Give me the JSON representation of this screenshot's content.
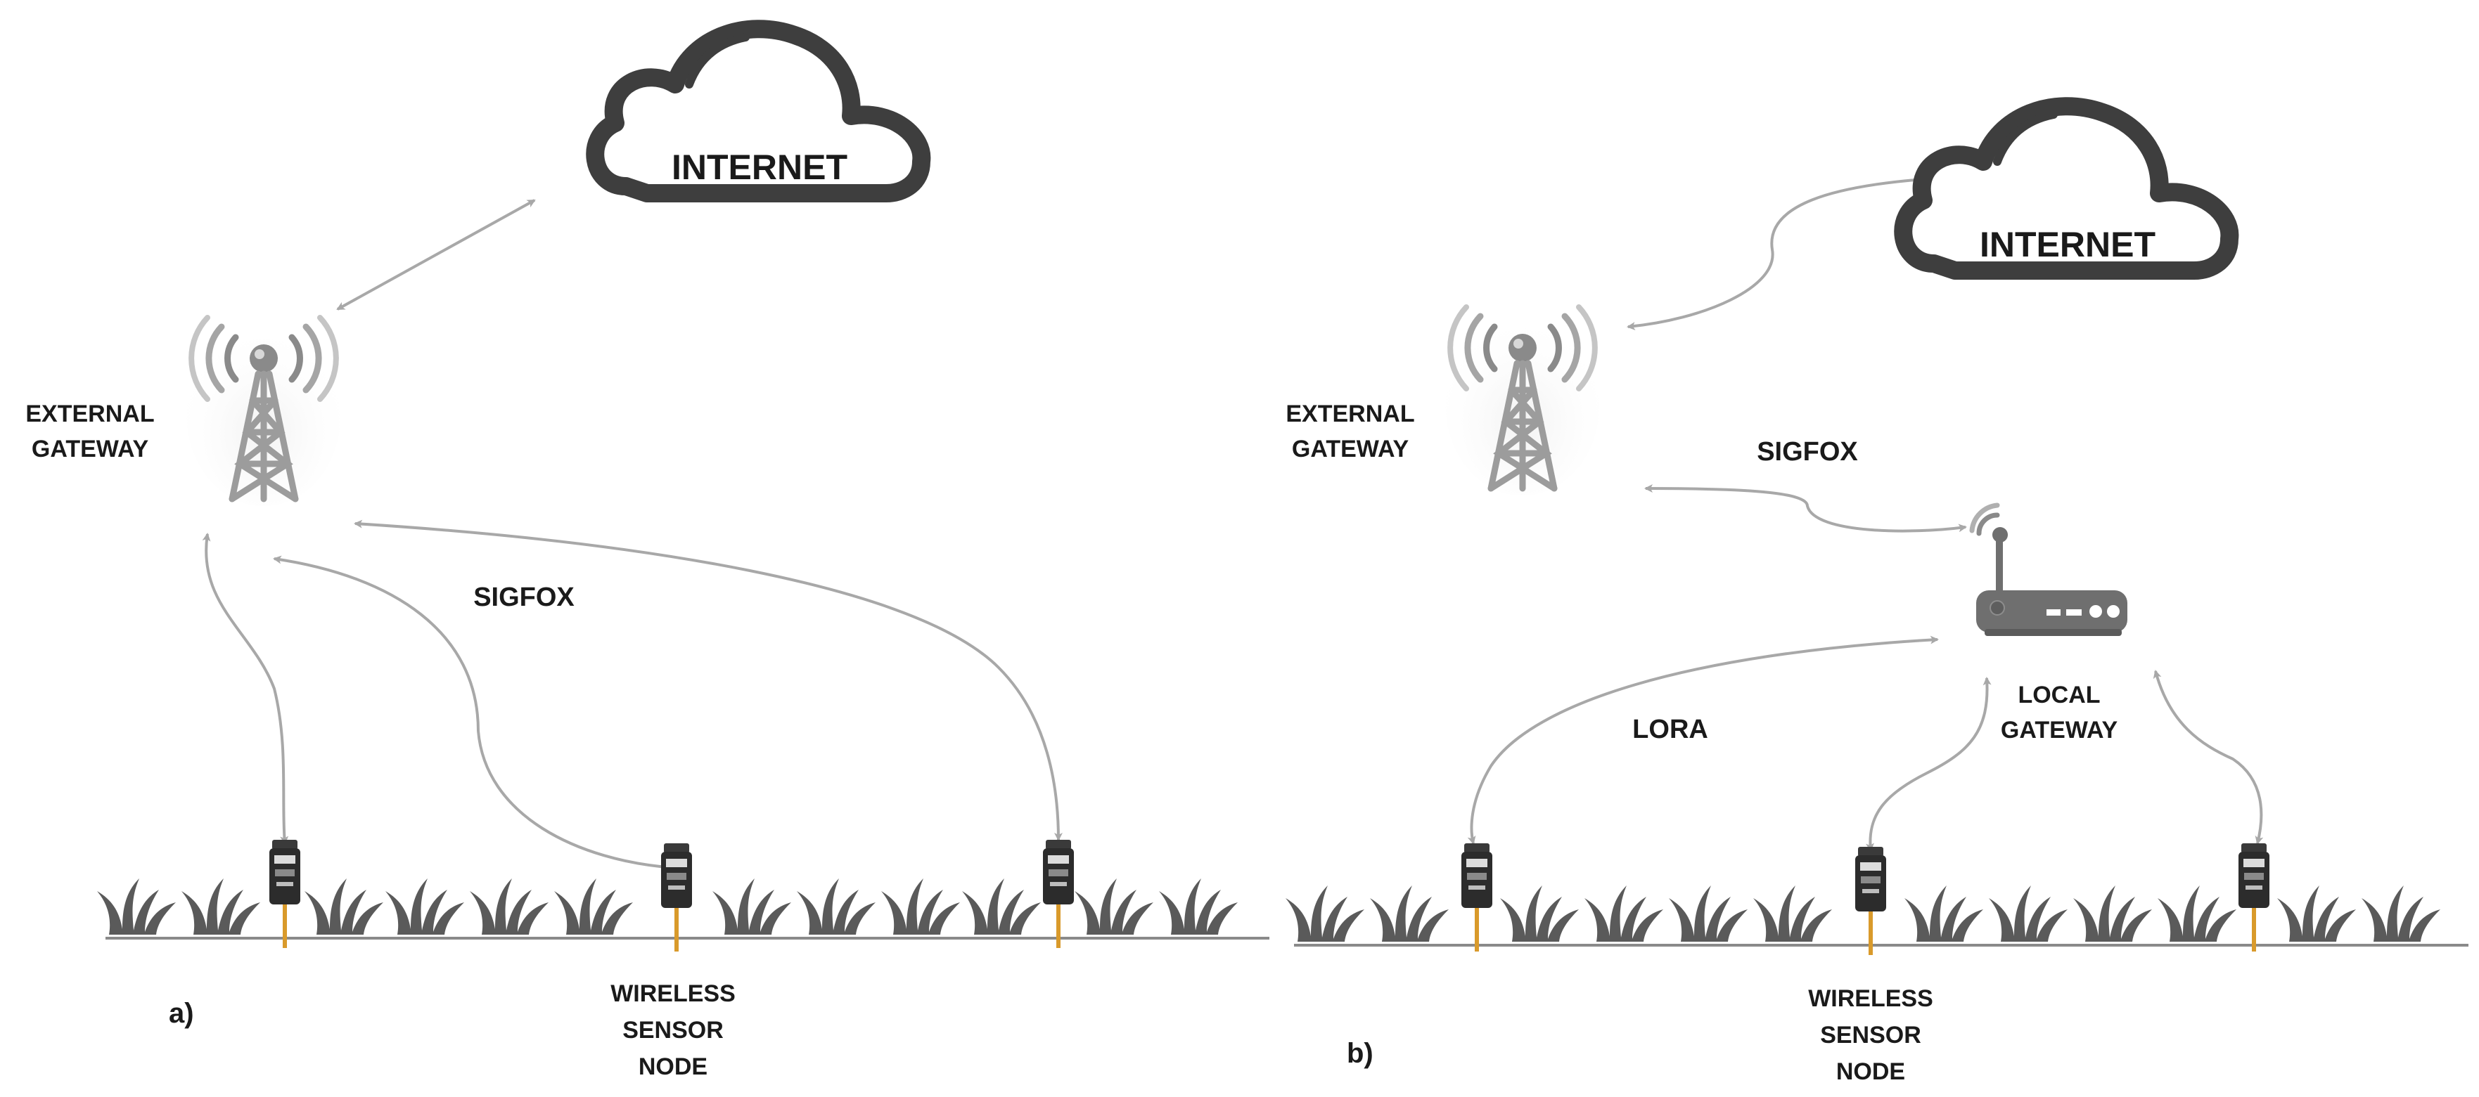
{
  "panel_a": {
    "label": "a)",
    "cloud": "INTERNET",
    "gateway_lines": [
      "EXTERNAL",
      "GATEWAY"
    ],
    "protocol": "SIGFOX",
    "sensor_lines": [
      "WIRELESS",
      "SENSOR",
      "NODE"
    ]
  },
  "panel_b": {
    "label": "b)",
    "cloud": "INTERNET",
    "gateway_lines": [
      "EXTERNAL",
      "GATEWAY"
    ],
    "protocol_top": "SIGFOX",
    "protocol_bottom": "LORA",
    "local_gateway_lines": [
      "LOCAL",
      "GATEWAY"
    ],
    "sensor_lines": [
      "WIRELESS",
      "SENSOR",
      "NODE"
    ]
  },
  "colors": {
    "arrow": "#a8a8a8",
    "grass": "#5a5a5a",
    "ground": "#8a8a8a",
    "tower": "#9c9c9c",
    "router": "#6f6f6f",
    "text": "#1a1a1a"
  }
}
